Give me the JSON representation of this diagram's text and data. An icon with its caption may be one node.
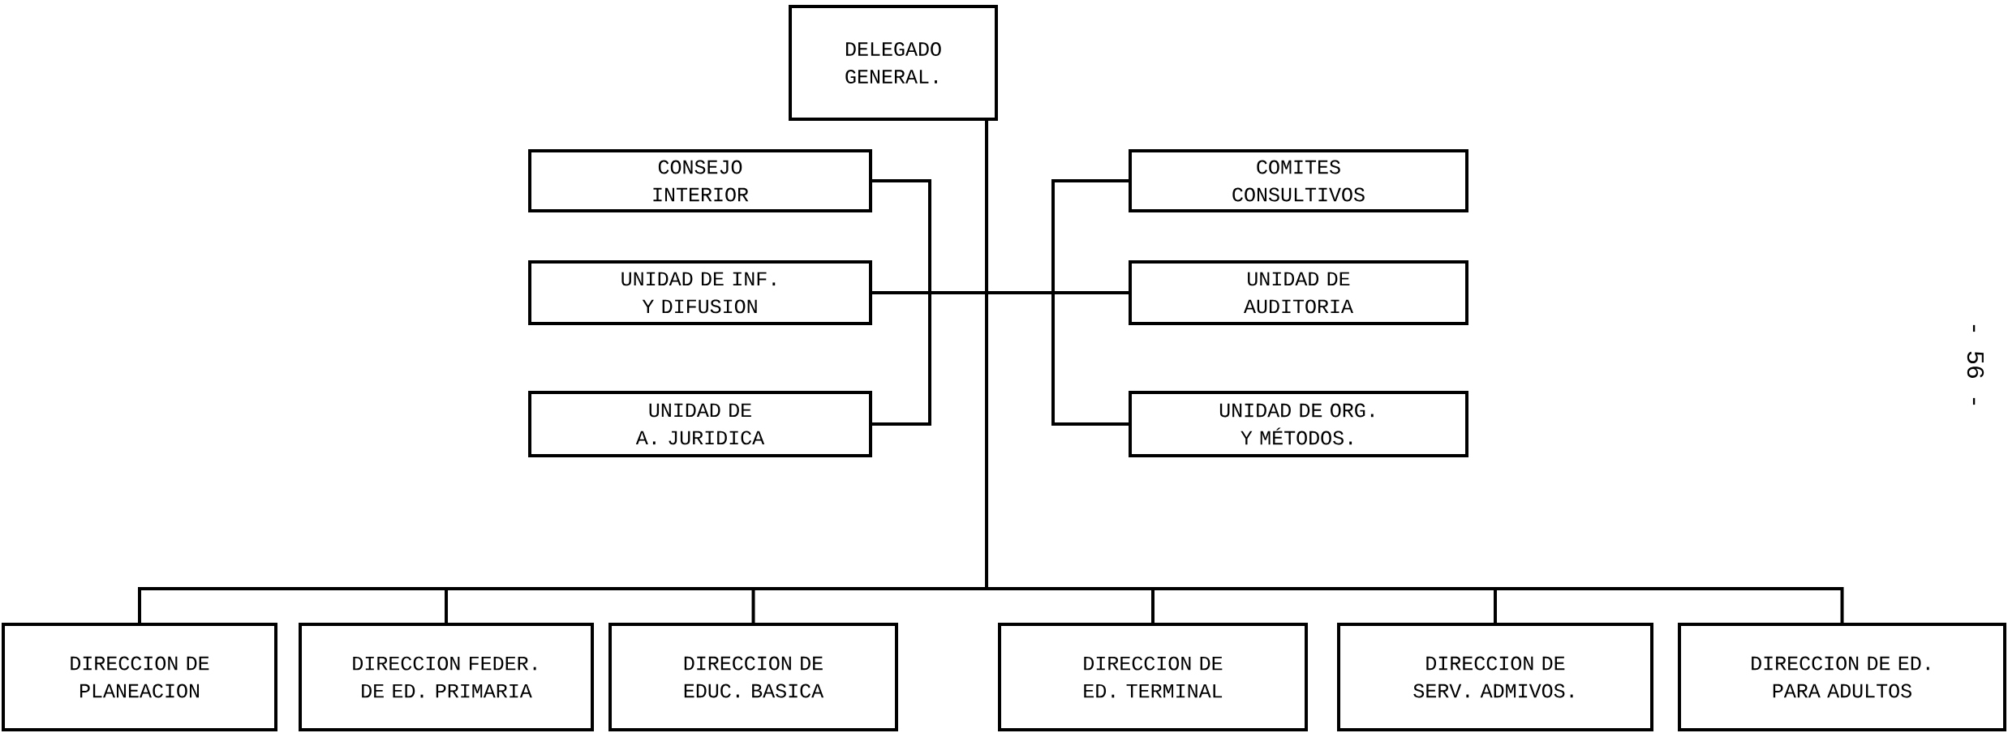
{
  "diagram": {
    "nodes": [
      {
        "text": [
          "DELEGADO GENERAL."
        ]
      },
      {
        "text": [
          "CONSEJO INTERIOR"
        ]
      },
      {
        "text": [
          "UNIDAD DE INF. Y DIFUSION"
        ]
      },
      {
        "text": [
          "UNIDAD DE A. JURIDICA"
        ]
      },
      {
        "text": [
          "COMITES CONSULTIVOS"
        ]
      },
      {
        "text": [
          "UNIDAD DE AUDITORIA"
        ]
      },
      {
        "text": [
          "UNIDAD DE ORG. Y MÉTODOS."
        ]
      },
      {
        "text": [
          "DIRECCION DE PLANEACION"
        ]
      },
      {
        "text": [
          "DIRECCION FEDER. DE ED. PRIMARIA"
        ]
      },
      {
        "text": [
          "DIRECCION DE EDUC. BASICA"
        ]
      },
      {
        "text": [
          "DIRECCION DE ED. TERMINAL"
        ]
      },
      {
        "text": [
          "DIRECCION DE SERV. ADMIVOS."
        ]
      },
      {
        "text": [
          "DIRECCION DE ED. PARA ADULTOS"
        ]
      }
    ],
    "edges": [
      {
        "from": 0,
        "to": 1,
        "arrow": "none"
      },
      {
        "from": 0,
        "to": 2,
        "arrow": "none"
      },
      {
        "from": 0,
        "to": 3,
        "arrow": "none"
      },
      {
        "from": 0,
        "to": 4,
        "arrow": "none"
      },
      {
        "from": 0,
        "to": 5,
        "arrow": "none"
      },
      {
        "from": 0,
        "to": 6,
        "arrow": "none"
      },
      {
        "from": 0,
        "to": 7,
        "arrow": "none"
      },
      {
        "from": 0,
        "to": 8,
        "arrow": "none"
      },
      {
        "from": 0,
        "to": 9,
        "arrow": "none"
      },
      {
        "from": 0,
        "to": 10,
        "arrow": "none"
      },
      {
        "from": 0,
        "to": 11,
        "arrow": "none"
      },
      {
        "from": 0,
        "to": 12,
        "arrow": "none"
      }
    ],
    "labels": [
      "- 56 -"
    ]
  }
}
